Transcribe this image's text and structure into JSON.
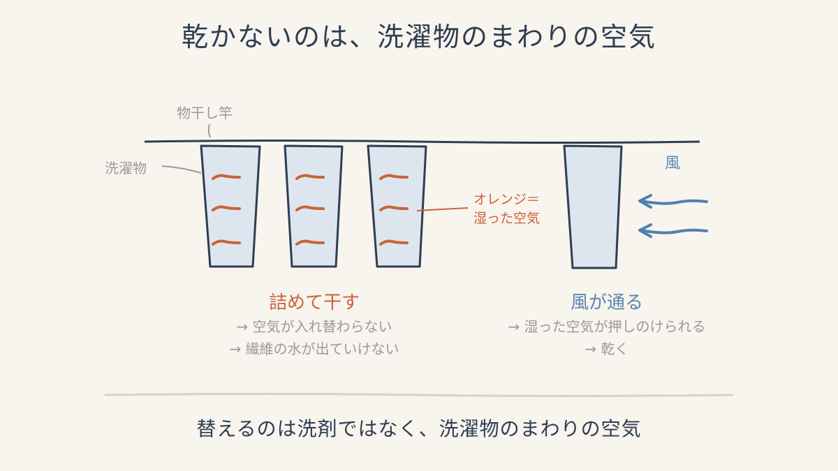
{
  "title": "乾かないのは、洗濯物のまわりの空気",
  "labels": {
    "pole": "物干し竿",
    "laundry": "洗濯物",
    "wind": "風",
    "orange_line1": "オレンジ＝",
    "orange_line2": "湿った空気"
  },
  "left": {
    "heading": "詰めて干す",
    "bullets": [
      "→ 空気が入れ替わらない",
      "→ 繊維の水が出ていけない"
    ]
  },
  "right": {
    "heading": "風が通る",
    "bullets": [
      "→ 湿った空気が押しのけられる",
      "→ 乾く"
    ]
  },
  "footer": "替えるのは洗剤ではなく、洗濯物のまわりの空気",
  "colors": {
    "navy": "#2e3d52",
    "orange": "#c8633a",
    "blue": "#5b86b2",
    "cloth": "#dde6ef",
    "gray": "#9a9a9a",
    "background": "#f8f4ee"
  }
}
